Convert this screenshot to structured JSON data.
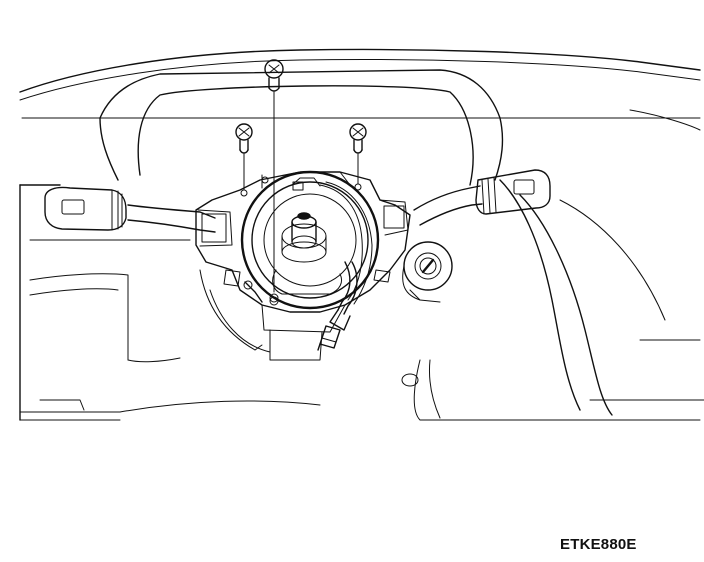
{
  "figure": {
    "code": "ETKE880E"
  },
  "parts": [
    {
      "id": "dashboard-panel",
      "icon": "dashboard-outline"
    },
    {
      "id": "instrument-cluster",
      "icon": "cluster-outline"
    },
    {
      "id": "left-lever",
      "icon": "lever-outline"
    },
    {
      "id": "right-lever",
      "icon": "lever-outline"
    },
    {
      "id": "clock-spring",
      "icon": "clock-spring-outline"
    },
    {
      "id": "steering-shaft",
      "icon": "shaft-outline"
    },
    {
      "id": "ignition-lock",
      "icon": "ignition-outline"
    },
    {
      "id": "screw",
      "icon": "screw-icon",
      "count": 3
    },
    {
      "id": "connector",
      "icon": "connector-icon"
    }
  ],
  "style": {
    "line_color": "#111111",
    "background": "#ffffff"
  }
}
